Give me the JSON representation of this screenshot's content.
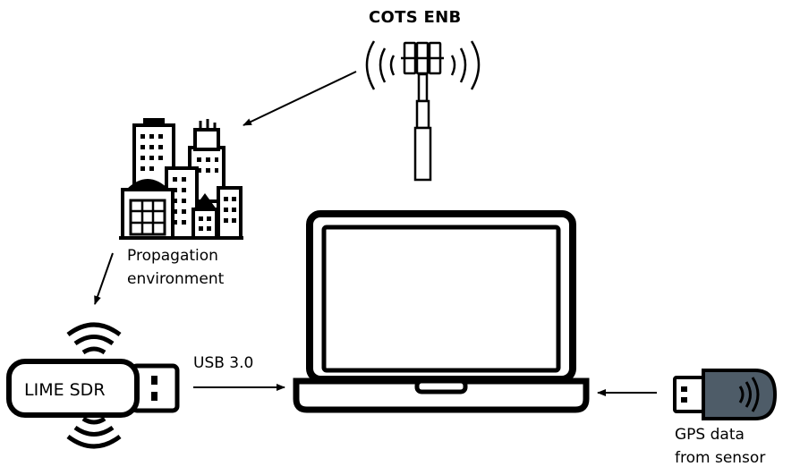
{
  "enb": {
    "label": "COTS  ENB"
  },
  "environment": {
    "line1": "Propagation",
    "line2": "environment"
  },
  "sdr": {
    "label": "LIME SDR"
  },
  "link": {
    "label": "USB 3.0"
  },
  "gps": {
    "line1": "GPS data",
    "line2": "from sensor"
  }
}
